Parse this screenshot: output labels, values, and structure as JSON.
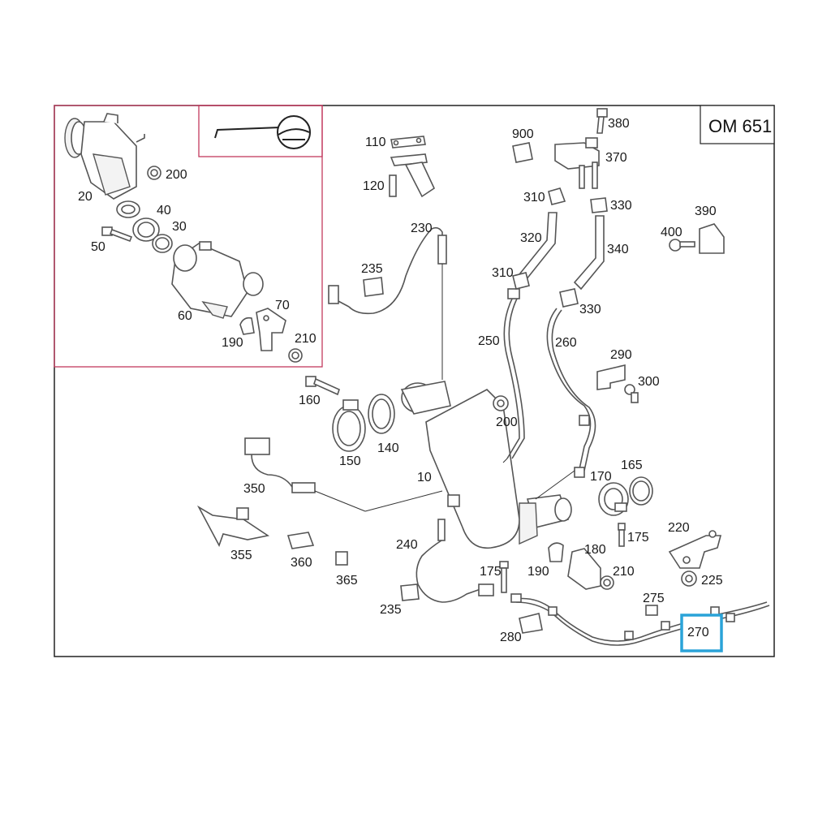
{
  "title_box": {
    "text": "OM 651"
  },
  "highlight": {
    "part": "270",
    "color": "#2aa3d8"
  },
  "accent_color": "#c23a5e",
  "labels": {
    "p10": "10",
    "p20": "20",
    "p30": "30",
    "p40": "40",
    "p50": "50",
    "p60": "60",
    "p70": "70",
    "p110": "110",
    "p120": "120",
    "p140": "140",
    "p150": "150",
    "p160": "160",
    "p165": "165",
    "p170": "170",
    "p175a": "175",
    "p175b": "175",
    "p180": "180",
    "p190a": "190",
    "p190b": "190",
    "p200a": "200",
    "p200b": "200",
    "p210a": "210",
    "p210b": "210",
    "p220": "220",
    "p225": "225",
    "p230": "230",
    "p235a": "235",
    "p235b": "235",
    "p240": "240",
    "p250": "250",
    "p260": "260",
    "p270": "270",
    "p275": "275",
    "p280": "280",
    "p290": "290",
    "p300": "300",
    "p310a": "310",
    "p310b": "310",
    "p320": "320",
    "p330a": "330",
    "p330b": "330",
    "p340": "340",
    "p350": "350",
    "p355": "355",
    "p360": "360",
    "p365": "365",
    "p370": "370",
    "p380": "380",
    "p390": "390",
    "p400": "400",
    "p900": "900"
  }
}
